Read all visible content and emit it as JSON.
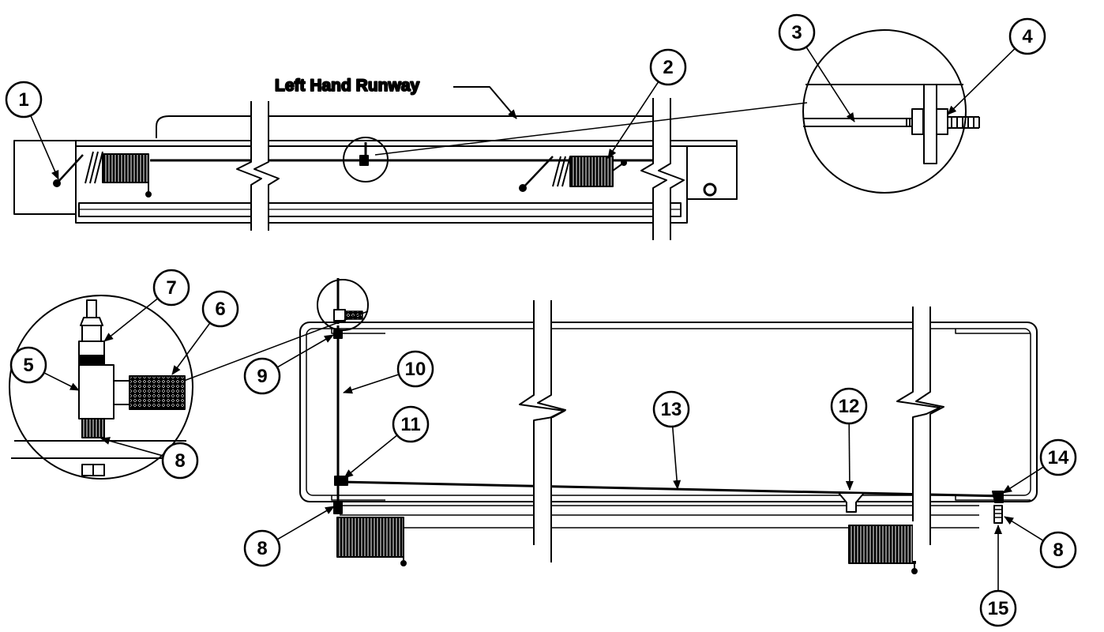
{
  "runway_label": "Left Hand Runway",
  "callouts": [
    "1",
    "2",
    "3",
    "4",
    "5",
    "6",
    "7",
    "8",
    "9",
    "10",
    "11",
    "12",
    "13",
    "14",
    "15"
  ]
}
